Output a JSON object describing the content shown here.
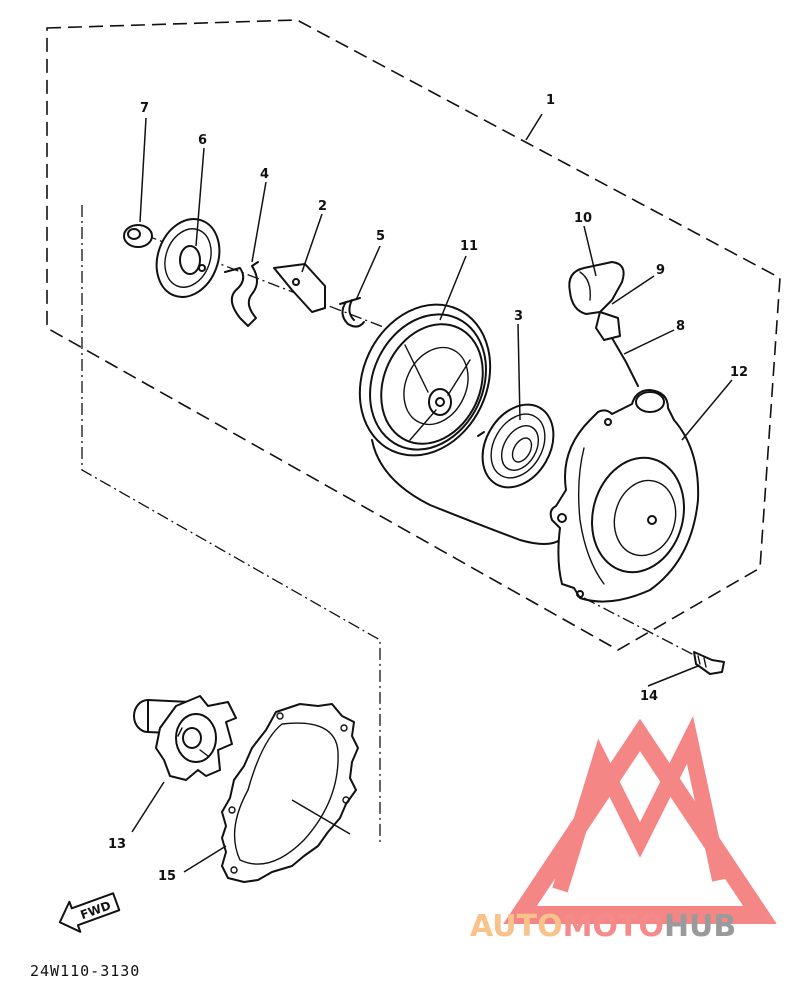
{
  "callouts": {
    "c1": "1",
    "c2": "2",
    "c3": "3",
    "c4": "4",
    "c5": "5",
    "c6": "6",
    "c7": "7",
    "c8": "8",
    "c9": "9",
    "c10": "10",
    "c11": "11",
    "c12": "12",
    "c13": "13",
    "c14": "14",
    "c15": "15"
  },
  "forward_label": "FWD",
  "diagram_code": "24W110-3130",
  "watermark": {
    "part1": "AUTO",
    "part2": "MOTO",
    "part3": "HUB",
    "color_auto": "#f9c28a",
    "color_moto": "#f48a8a",
    "color_hub": "#9a9a9a",
    "color_mark": "#f47272"
  }
}
